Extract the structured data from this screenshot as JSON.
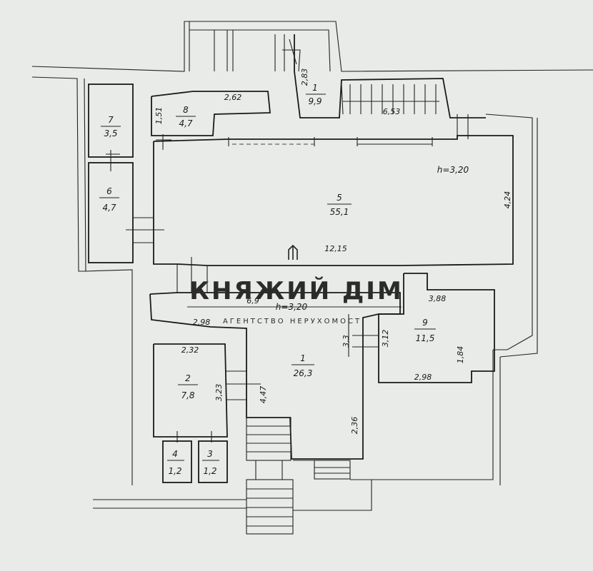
{
  "rooms": [
    {
      "id": "r1top",
      "number": "1",
      "area": "9,9"
    },
    {
      "id": "r8",
      "number": "8",
      "area": "4,7"
    },
    {
      "id": "r7",
      "number": "7",
      "area": "3,5"
    },
    {
      "id": "r6",
      "number": "6",
      "area": "4,7"
    },
    {
      "id": "r5",
      "number": "5",
      "area": "55,1"
    },
    {
      "id": "r9",
      "number": "9",
      "area": "11,5"
    },
    {
      "id": "r1",
      "number": "1",
      "area": "26,3"
    },
    {
      "id": "r2",
      "number": "2",
      "area": "7,8"
    },
    {
      "id": "r4",
      "number": "4",
      "area": "1,2"
    },
    {
      "id": "r3",
      "number": "3",
      "area": "1,2"
    }
  ],
  "dimensions": {
    "d283": "2,83",
    "d262": "2,62",
    "d151": "1,51",
    "d653": "6,53",
    "d424": "4,24",
    "d1215": "12,15",
    "d388": "3,88",
    "d69": "6,9",
    "d298a": "2,98",
    "d33": "3,3",
    "d312": "3,12",
    "d184": "1,84",
    "d298b": "2,98",
    "d232": "2,32",
    "d323": "3,23",
    "d447": "4,47",
    "d236": "2,36"
  },
  "heights": {
    "h5": "h=3,20",
    "h1": "h=3,20"
  },
  "watermark": {
    "title": "КНЯЖИЙ ДІМ",
    "subtitle": "АГЕНТСТВО НЕРУХОМОСТІ"
  }
}
